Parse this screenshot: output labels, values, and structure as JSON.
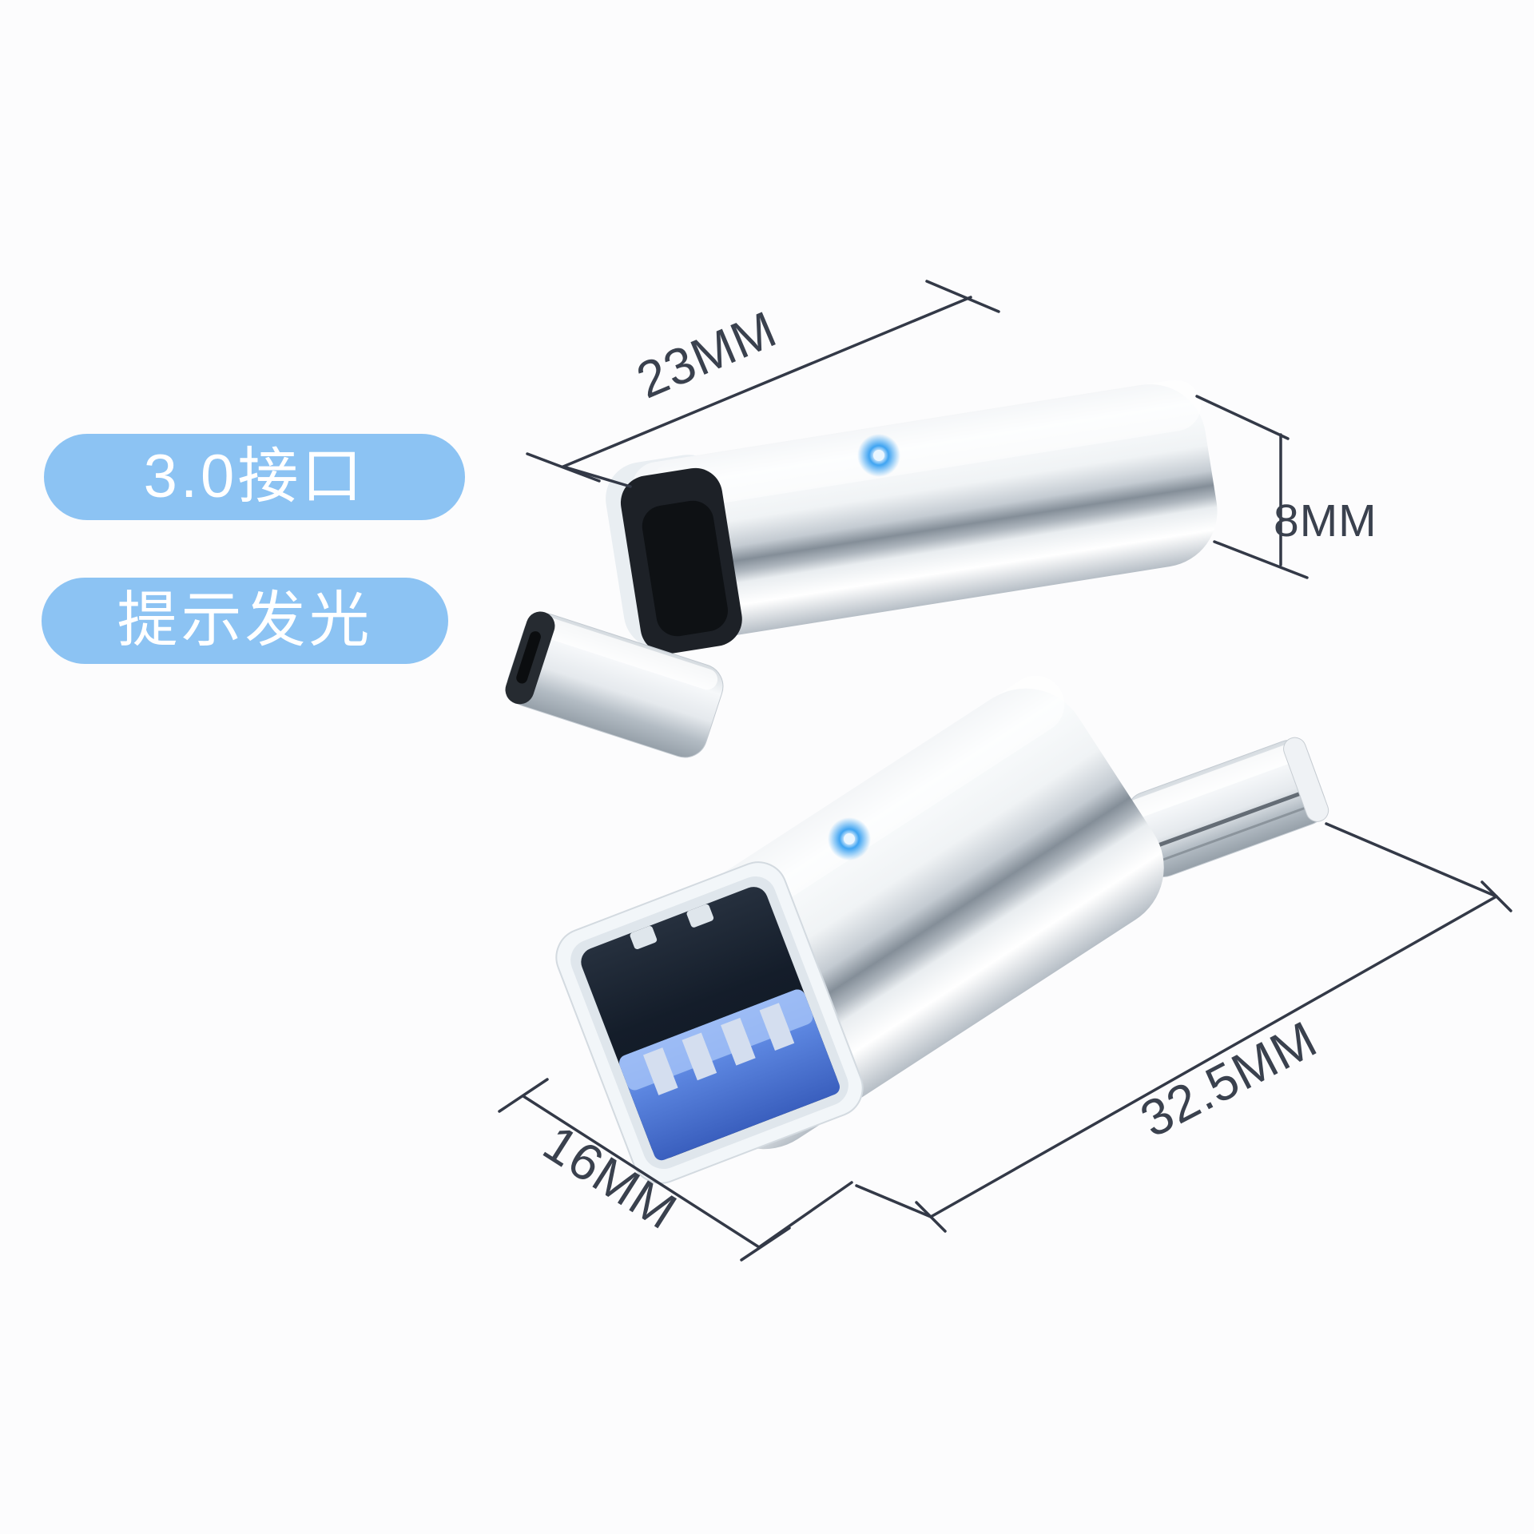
{
  "badges": [
    {
      "label": "3.0接口"
    },
    {
      "label": "提示发光"
    }
  ],
  "dimensions": {
    "top_width": "23MM",
    "thickness": "8MM",
    "face_width": "16MM",
    "length": "32.5MM"
  },
  "colors": {
    "background": "#fcfcfd",
    "badge_bg": "#8cc3f3",
    "badge_text": "#ffffff",
    "dimension_line": "#333947",
    "dimension_text": "#3a414e",
    "led_blue": "#2f9df0",
    "usb3_tongue_blue": "#4a74d6",
    "metal_silver": "#dfe5ea"
  },
  "leds": {
    "top_adapter": "blue-led-dot",
    "bottom_adapter": "blue-led-dot"
  }
}
